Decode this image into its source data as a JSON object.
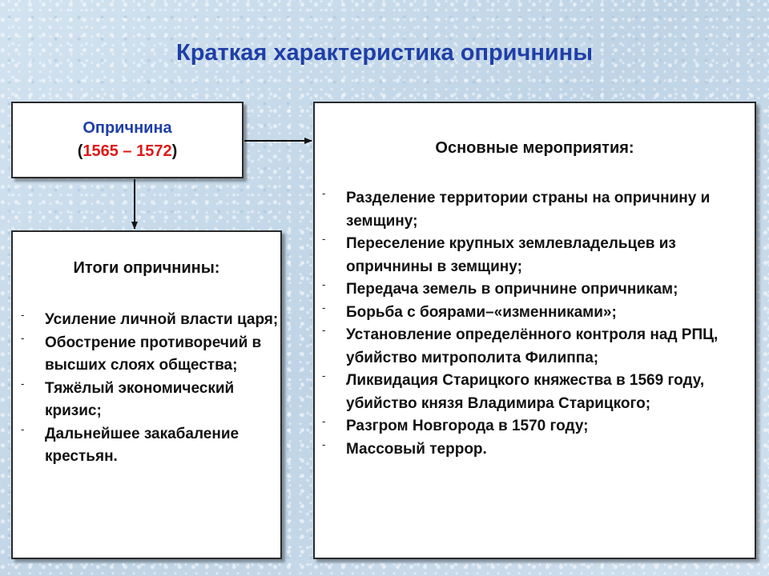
{
  "title": "Краткая характеристика опричнины",
  "oprichnina": {
    "name": "Опричнина",
    "open_paren": "(",
    "years": "1565 – 1572",
    "close_paren": ")"
  },
  "results": {
    "heading": "Итоги опричнины:",
    "items": [
      "Усиление личной власти царя;",
      "Обострение противоречий в высших слоях общества;",
      "Тяжёлый экономический кризис;",
      "Дальнейшее закабаление крестьян."
    ]
  },
  "measures": {
    "heading": "Основные мероприятия:",
    "items": [
      "Разделение территории страны на опричнину и земщину;",
      "Переселение крупных землевладельцев из опричнины в земщину;",
      "Передача земель в опричнине опричникам;",
      "Борьба с боярами–«изменниками»;",
      "Установление определённого контроля над РПЦ, убийство митрополита Филиппа;",
      "Ликвидация Старицкого княжества в 1569 году, убийство князя Владимира Старицкого;",
      "Разгром Новгорода в 1570 году;",
      "Массовый террор."
    ]
  },
  "colors": {
    "title": "#1f3fa6",
    "years": "#e01818",
    "background": "#c9dbea"
  }
}
